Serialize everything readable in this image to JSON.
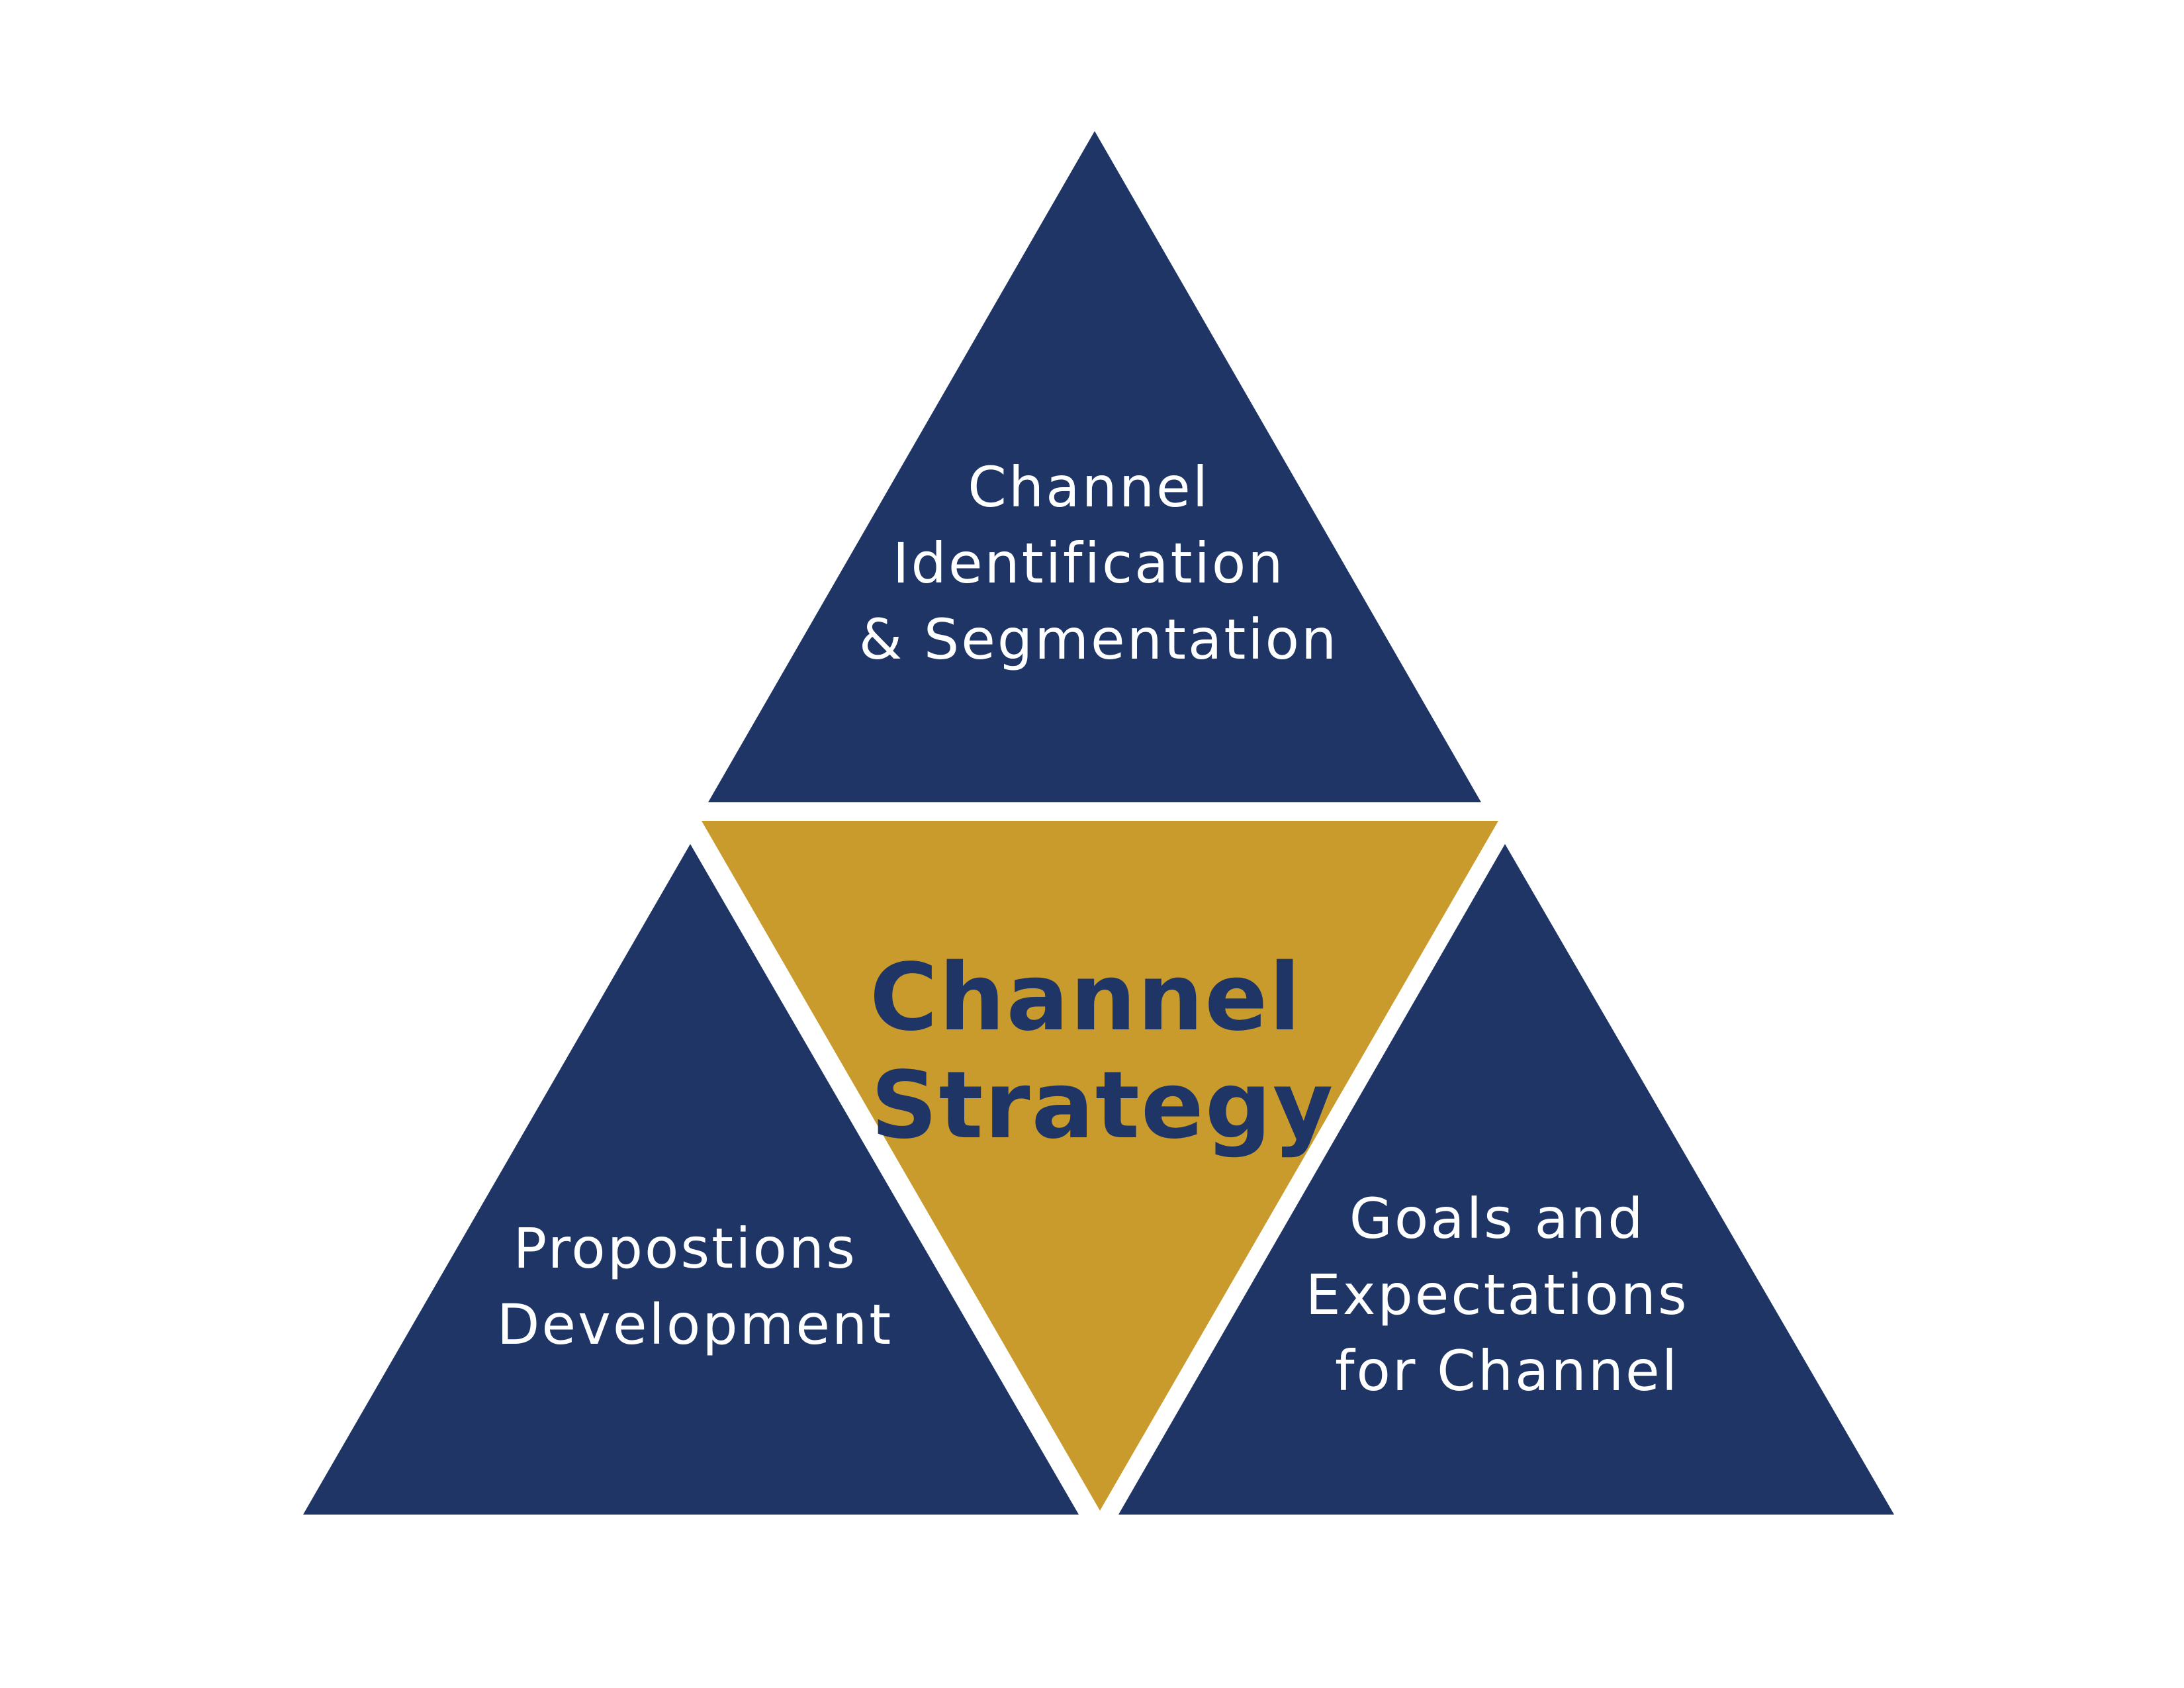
{
  "colors": {
    "navy": "#1e3566",
    "gold": "#c89b2c",
    "outer_text": "#ffffff",
    "center_text": "#1e3566"
  },
  "center": {
    "lines": [
      "Channel",
      "Strategy"
    ]
  },
  "top": {
    "lines": [
      "Channel",
      "Identification",
      "& Segmentation"
    ]
  },
  "left": {
    "lines": [
      "Propostions",
      "Development"
    ]
  },
  "right": {
    "lines": [
      "Goals and",
      "Expectations",
      "for Channel"
    ]
  }
}
